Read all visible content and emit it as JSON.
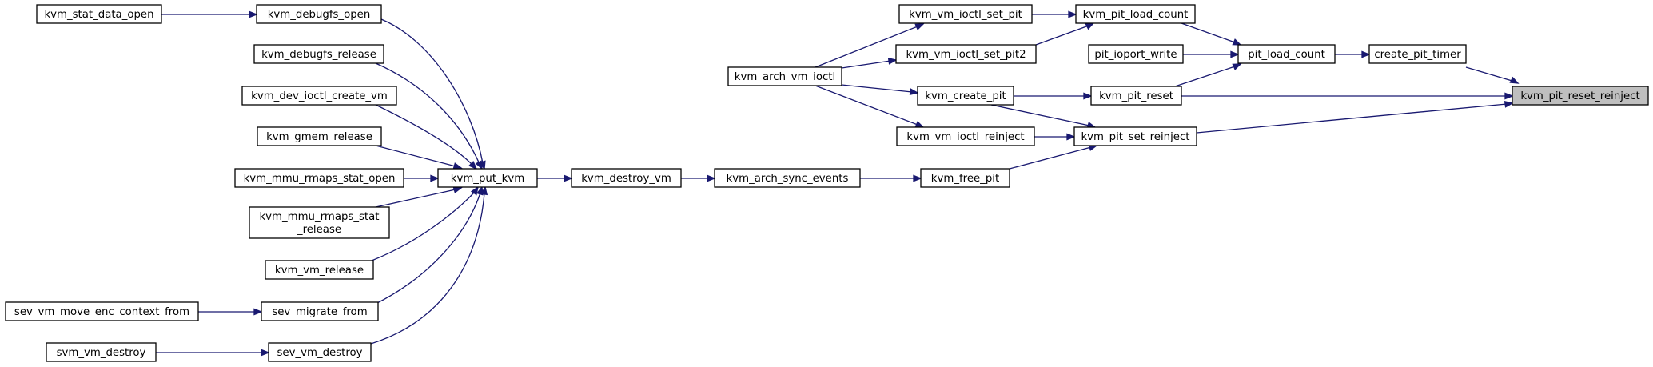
{
  "diagram": {
    "type": "call-graph",
    "highlighted_node": "kvm_pit_reset_reinject",
    "nodes": [
      {
        "id": "kvm_pit_reset_reinject",
        "lines": [
          "kvm_pit_reset_reinject"
        ]
      },
      {
        "id": "create_pit_timer",
        "lines": [
          "create_pit_timer"
        ]
      },
      {
        "id": "pit_load_count",
        "lines": [
          "pit_load_count"
        ]
      },
      {
        "id": "kvm_pit_load_count",
        "lines": [
          "kvm_pit_load_count"
        ]
      },
      {
        "id": "pit_ioport_write",
        "lines": [
          "pit_ioport_write"
        ]
      },
      {
        "id": "kvm_pit_reset",
        "lines": [
          "kvm_pit_reset"
        ]
      },
      {
        "id": "kvm_vm_ioctl_set_pit",
        "lines": [
          "kvm_vm_ioctl_set_pit"
        ]
      },
      {
        "id": "kvm_vm_ioctl_set_pit2",
        "lines": [
          "kvm_vm_ioctl_set_pit2"
        ]
      },
      {
        "id": "kvm_arch_vm_ioctl",
        "lines": [
          "kvm_arch_vm_ioctl"
        ]
      },
      {
        "id": "kvm_create_pit",
        "lines": [
          "kvm_create_pit"
        ]
      },
      {
        "id": "kvm_vm_ioctl_reinject",
        "lines": [
          "kvm_vm_ioctl_reinject"
        ]
      },
      {
        "id": "kvm_pit_set_reinject",
        "lines": [
          "kvm_pit_set_reinject"
        ]
      },
      {
        "id": "kvm_free_pit",
        "lines": [
          "kvm_free_pit"
        ]
      },
      {
        "id": "kvm_arch_sync_events",
        "lines": [
          "kvm_arch_sync_events"
        ]
      },
      {
        "id": "kvm_destroy_vm",
        "lines": [
          "kvm_destroy_vm"
        ]
      },
      {
        "id": "kvm_put_kvm",
        "lines": [
          "kvm_put_kvm"
        ]
      },
      {
        "id": "kvm_debugfs_open",
        "lines": [
          "kvm_debugfs_open"
        ]
      },
      {
        "id": "kvm_stat_data_open",
        "lines": [
          "kvm_stat_data_open"
        ]
      },
      {
        "id": "kvm_debugfs_release",
        "lines": [
          "kvm_debugfs_release"
        ]
      },
      {
        "id": "kvm_dev_ioctl_create_vm",
        "lines": [
          "kvm_dev_ioctl_create_vm"
        ]
      },
      {
        "id": "kvm_gmem_release",
        "lines": [
          "kvm_gmem_release"
        ]
      },
      {
        "id": "kvm_mmu_rmaps_stat_open",
        "lines": [
          "kvm_mmu_rmaps_stat_open"
        ]
      },
      {
        "id": "kvm_mmu_rmaps_stat_release",
        "lines": [
          "kvm_mmu_rmaps_stat",
          "_release"
        ]
      },
      {
        "id": "kvm_vm_release",
        "lines": [
          "kvm_vm_release"
        ]
      },
      {
        "id": "sev_migrate_from",
        "lines": [
          "sev_migrate_from"
        ]
      },
      {
        "id": "sev_vm_move_enc_context_from",
        "lines": [
          "sev_vm_move_enc_context_from"
        ]
      },
      {
        "id": "sev_vm_destroy",
        "lines": [
          "sev_vm_destroy"
        ]
      },
      {
        "id": "svm_vm_destroy",
        "lines": [
          "svm_vm_destroy"
        ]
      }
    ],
    "edges": [
      {
        "from": "create_pit_timer",
        "to": "kvm_pit_reset_reinject"
      },
      {
        "from": "kvm_pit_reset",
        "to": "kvm_pit_reset_reinject"
      },
      {
        "from": "kvm_pit_set_reinject",
        "to": "kvm_pit_reset_reinject"
      },
      {
        "from": "pit_load_count",
        "to": "create_pit_timer"
      },
      {
        "from": "kvm_pit_load_count",
        "to": "pit_load_count"
      },
      {
        "from": "pit_ioport_write",
        "to": "pit_load_count"
      },
      {
        "from": "kvm_pit_reset",
        "to": "pit_load_count"
      },
      {
        "from": "kvm_vm_ioctl_set_pit",
        "to": "kvm_pit_load_count"
      },
      {
        "from": "kvm_vm_ioctl_set_pit2",
        "to": "kvm_pit_load_count"
      },
      {
        "from": "kvm_arch_vm_ioctl",
        "to": "kvm_vm_ioctl_set_pit"
      },
      {
        "from": "kvm_arch_vm_ioctl",
        "to": "kvm_vm_ioctl_set_pit2"
      },
      {
        "from": "kvm_arch_vm_ioctl",
        "to": "kvm_create_pit"
      },
      {
        "from": "kvm_arch_vm_ioctl",
        "to": "kvm_vm_ioctl_reinject"
      },
      {
        "from": "kvm_create_pit",
        "to": "kvm_pit_reset"
      },
      {
        "from": "kvm_create_pit",
        "to": "kvm_pit_set_reinject"
      },
      {
        "from": "kvm_vm_ioctl_reinject",
        "to": "kvm_pit_set_reinject"
      },
      {
        "from": "kvm_free_pit",
        "to": "kvm_pit_set_reinject"
      },
      {
        "from": "kvm_arch_sync_events",
        "to": "kvm_free_pit"
      },
      {
        "from": "kvm_destroy_vm",
        "to": "kvm_arch_sync_events"
      },
      {
        "from": "kvm_put_kvm",
        "to": "kvm_destroy_vm"
      },
      {
        "from": "kvm_debugfs_open",
        "to": "kvm_put_kvm"
      },
      {
        "from": "kvm_stat_data_open",
        "to": "kvm_debugfs_open"
      },
      {
        "from": "kvm_debugfs_release",
        "to": "kvm_put_kvm"
      },
      {
        "from": "kvm_dev_ioctl_create_vm",
        "to": "kvm_put_kvm"
      },
      {
        "from": "kvm_gmem_release",
        "to": "kvm_put_kvm"
      },
      {
        "from": "kvm_mmu_rmaps_stat_open",
        "to": "kvm_put_kvm"
      },
      {
        "from": "kvm_mmu_rmaps_stat_release",
        "to": "kvm_put_kvm"
      },
      {
        "from": "kvm_vm_release",
        "to": "kvm_put_kvm"
      },
      {
        "from": "sev_migrate_from",
        "to": "kvm_put_kvm"
      },
      {
        "from": "sev_vm_move_enc_context_from",
        "to": "sev_migrate_from"
      },
      {
        "from": "sev_vm_destroy",
        "to": "kvm_put_kvm"
      },
      {
        "from": "svm_vm_destroy",
        "to": "sev_vm_destroy"
      }
    ]
  }
}
